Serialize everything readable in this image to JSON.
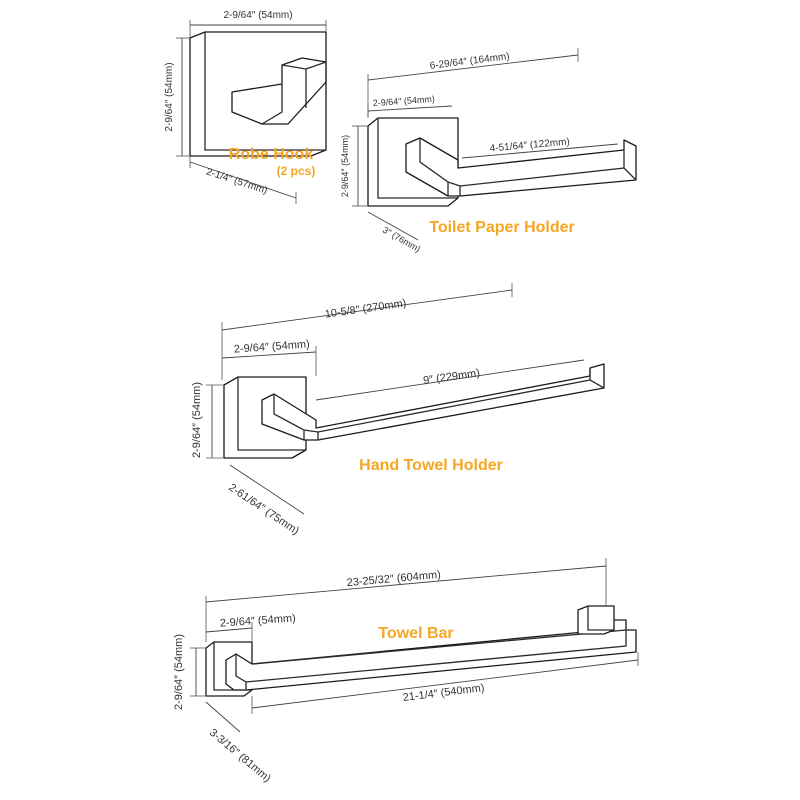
{
  "accent_color": "#f5a623",
  "products": {
    "robe_hook": {
      "title": "Robe Hook",
      "note": "(2 pcs)",
      "width_label": "2-9/64″ (54mm)",
      "height_label": "2-9/64″ (54mm)",
      "depth_label": "2-1/4″ (57mm)"
    },
    "toilet_paper_holder": {
      "title": "Toilet Paper Holder",
      "overall_label": "6-29/64″ (164mm)",
      "base_width_label": "2-9/64″ (54mm)",
      "height_label": "2-9/64″ (54mm)",
      "arm_label": "4-51/64″ (122mm)",
      "depth_label": "3″ (76mm)"
    },
    "hand_towel_holder": {
      "title": "Hand Towel Holder",
      "overall_label": "10-5/8″ (270mm)",
      "base_width_label": "2-9/64″ (54mm)",
      "height_label": "2-9/64″ (54mm)",
      "arm_label": "9″ (229mm)",
      "depth_label": "2-61/64″ (75mm)"
    },
    "towel_bar": {
      "title": "Towel Bar",
      "overall_label": "23-25/32″ (604mm)",
      "base_width_label": "2-9/64″ (54mm)",
      "height_label": "2-9/64″ (54mm)",
      "bar_label": "21-1/4″ (540mm)",
      "depth_label": "3-3/16″ (81mm)"
    }
  }
}
